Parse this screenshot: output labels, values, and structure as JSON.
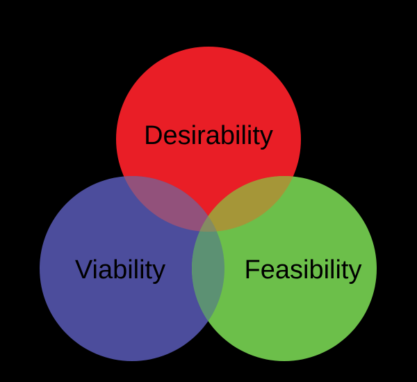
{
  "background_color": "#000000",
  "venn": {
    "label_color": "#000000",
    "circles": [
      {
        "id": "desirability",
        "label": "Desirability",
        "color": "#e91e26"
      },
      {
        "id": "viability",
        "label": "Viability",
        "color": "#4c4d9c"
      },
      {
        "id": "feasibility",
        "label": "Feasibility",
        "color": "#6cbf4a"
      }
    ],
    "overlaps": {
      "desirability_viability": "#92517b",
      "desirability_feasibility": "#a59638",
      "viability_feasibility": "#5c9173",
      "center": "#858b62"
    }
  }
}
